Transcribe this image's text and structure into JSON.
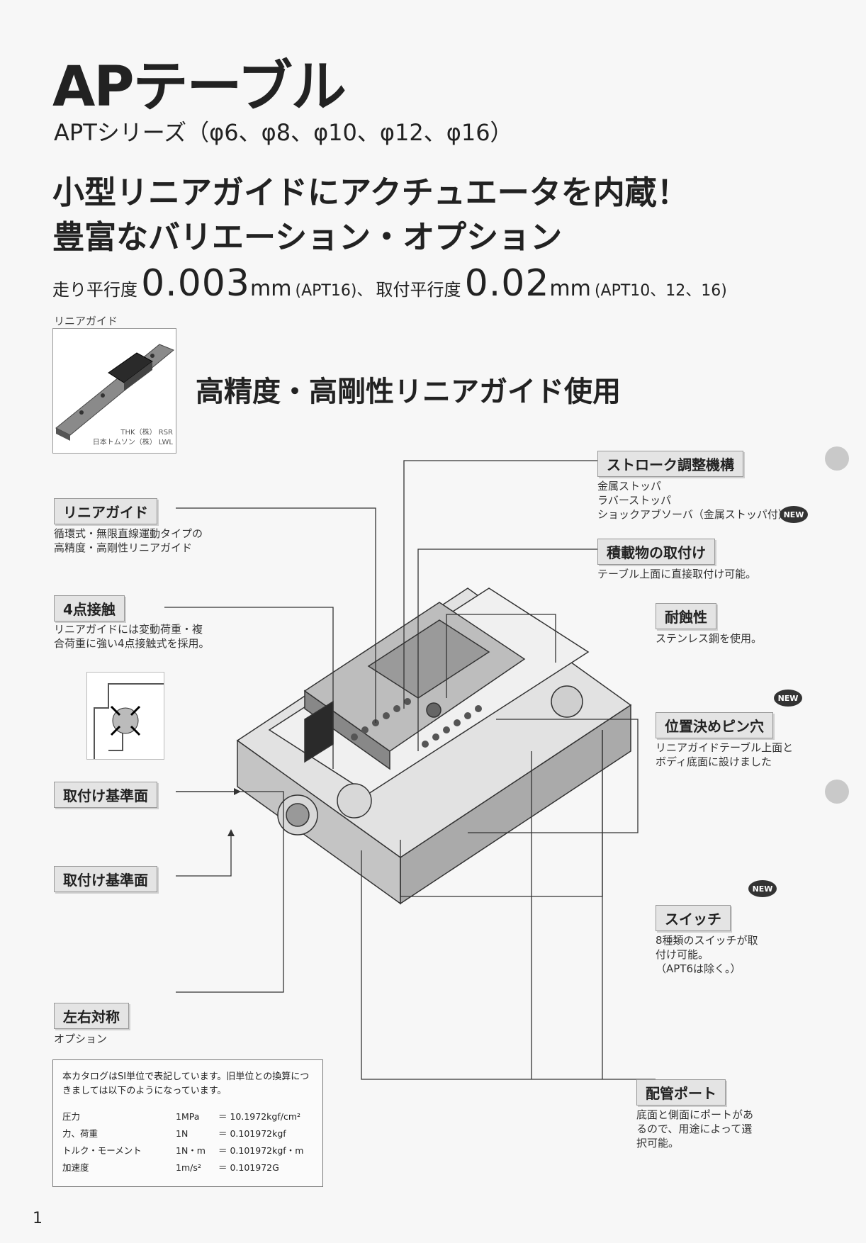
{
  "header": {
    "title": "APテーブル",
    "subtitle": "APTシリーズ（φ6、φ8、φ10、φ12、φ16）",
    "headline1": "小型リニアガイドにアクチュエータを内蔵！",
    "headline2": "豊富なバリエーション・オプション",
    "spec": {
      "run_label": "走り平行度",
      "run_value": "0.003",
      "unit1": "mm",
      "run_model": "(APT16)、",
      "mount_label": "取付平行度",
      "mount_value": "0.02",
      "unit2": "mm",
      "mount_model": "(APT10、12、16)"
    }
  },
  "linear_guide_photo": {
    "label": "リニアガイド",
    "maker1": "THK（株）  RSR",
    "maker2": "日本トムソン（株）  LWL"
  },
  "tagline": "高精度・高剛性リニアガイド使用",
  "features": {
    "linear_guide": {
      "title": "リニアガイド",
      "desc": "循環式・無限直線運動タイプの\n高精度・高剛性リニアガイド"
    },
    "four_point": {
      "title": "4点接触",
      "desc": "リニアガイドには変動荷重・複\n合荷重に強い4点接触式を採用。"
    },
    "mount_ref_1": {
      "title": "取付け基準面"
    },
    "mount_ref_2": {
      "title": "取付け基準面"
    },
    "symmetric": {
      "title": "左右対称",
      "desc": "オプション"
    },
    "stroke": {
      "title": "ストローク調整機構",
      "desc": "金属ストッパ\nラバーストッパ\nショックアブソーバ（金属ストッパ付）"
    },
    "payload": {
      "title": "積載物の取付け",
      "desc": "テーブル上面に直接取付け可能。"
    },
    "corrosion": {
      "title": "耐蝕性",
      "desc": "ステンレス鋼を使用。"
    },
    "pin_hole": {
      "title": "位置決めピン穴",
      "desc": "リニアガイドテーブル上面と\nボディ底面に設けました"
    },
    "switch": {
      "title": "スイッチ",
      "desc": "8種類のスイッチが取\n付け可能。\n（APT6は除く。）"
    },
    "port": {
      "title": "配管ポート",
      "desc": "底面と側面にポートがあ\nるので、用途によって選\n択可能。"
    }
  },
  "new_badge": "NEW",
  "units_note": {
    "intro": "本カタログはSI単位で表記しています。旧単位との換算につきましては以下のようになっています。",
    "rows": [
      {
        "name": "圧力",
        "si": "1MPa",
        "old": "＝ 10.1972kgf/cm²"
      },
      {
        "name": "力、荷重",
        "si": "1N",
        "old": "＝ 0.101972kgf"
      },
      {
        "name": "トルク・モーメント",
        "si": "1N・m",
        "old": "＝ 0.101972kgf・m"
      },
      {
        "name": "加速度",
        "si": "1m/s²",
        "old": "＝ 0.101972G"
      }
    ]
  },
  "page_number": "1"
}
